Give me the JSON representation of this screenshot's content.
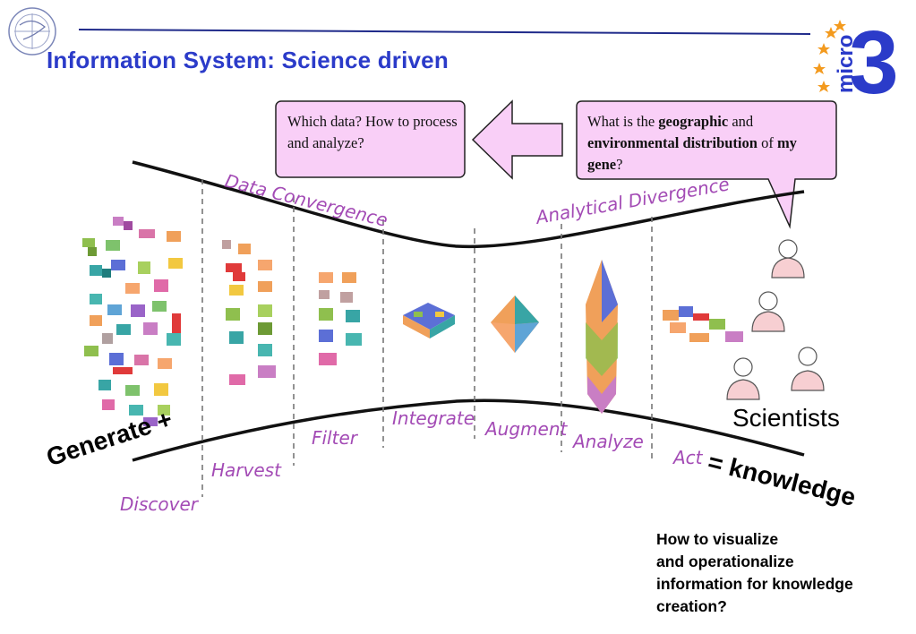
{
  "title": "Information System: Science driven",
  "callouts": {
    "left": "Which data? How to process and analyze?",
    "right": {
      "p1": "What is the ",
      "b1": "geographic",
      "p2": " and ",
      "b2": "environmental distribution",
      "p3": " of ",
      "b3": "my gene",
      "p4": "?"
    }
  },
  "stages": {
    "data_convergence": "Data Convergence",
    "analytical_divergence": "Analytical Divergence",
    "discover": "Discover",
    "harvest": "Harvest",
    "filter": "Filter",
    "integrate": "Integrate",
    "augment": "Augment",
    "analyze": "Analyze",
    "act": "Act"
  },
  "labels": {
    "scientists": "Scientists",
    "generate": "Generate +",
    "knowledge": "= knowledge"
  },
  "question": {
    "line1": "How to visualize",
    "line2": "and  operationalize",
    "line3": "information for knowledge",
    "line4": "creation?"
  },
  "logo": {
    "text": "micro",
    "number": "3",
    "brand_color": "#2b3bc9",
    "star_color": "#f39a1e"
  },
  "colors": {
    "title": "#2b3bc9",
    "rule": "#1f2a8a",
    "callout_fill": "#f9cff7",
    "stage_text": "#a34bb5",
    "scientist_fill": "#f7cfd2"
  }
}
